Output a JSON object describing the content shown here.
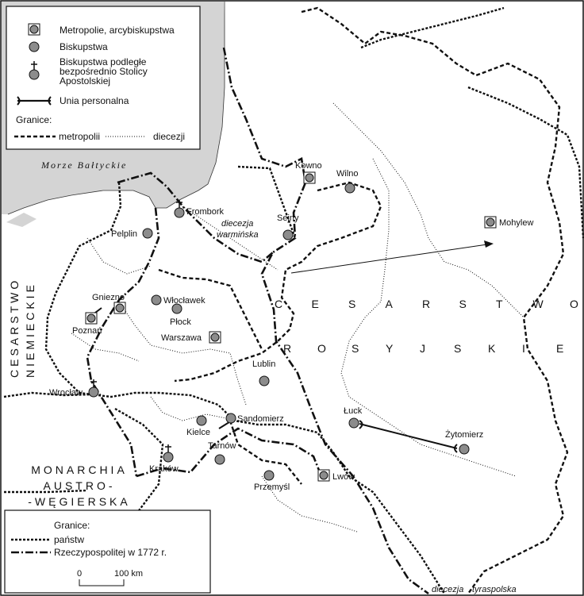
{
  "legend_top": {
    "metropolis": "Metropolie, arcybiskupstwa",
    "bishopric": "Biskupstwa",
    "exempt_l1": "Biskupstwa podległe",
    "exempt_l2": "bezpośrednio Stolicy",
    "exempt_l3": "Apostolskiej",
    "union": "Unia personalna",
    "borders_title": "Granice:",
    "metropolii": "metropolii",
    "diecezji": "diecezji"
  },
  "legend_bottom": {
    "title": "Granice:",
    "panstw": "państw",
    "rzeczpospolita": "Rzeczypospolitej w 1772 r.",
    "scale_zero": "0",
    "scale_km": "100 km"
  },
  "regions": {
    "sea": "Morze Bałtyckie",
    "german_l1": "CESARSTWO",
    "german_l2": "NIEMIECKIE",
    "austro_l1": "MONARCHIA",
    "austro_l2": "AUSTRO-",
    "austro_l3": "-WĘGIERSKA",
    "russia_l1": [
      "C",
      "E",
      "S",
      "A",
      "R",
      "S",
      "T",
      "W",
      "O"
    ],
    "russia_l2": [
      "R",
      "O",
      "S",
      "Y",
      "J",
      "S",
      "K",
      "I",
      "E"
    ],
    "warminska_l1": "diecezja",
    "warminska_l2": "warmińska",
    "tyraspol_l1": "diecezja",
    "tyraspol_l2": "tyraspolska"
  },
  "cities": {
    "kowno": "Kowno",
    "wilno": "Wilno",
    "mohylew": "Mohylew",
    "frombork": "Frombork",
    "sejny": "Sejny",
    "pelplin": "Pelplin",
    "gniezno": "Gniezno",
    "poznan": "Poznań",
    "wloclawek": "Włocławek",
    "plock": "Płock",
    "warszawa": "Warszawa",
    "lublin": "Lublin",
    "wroclaw": "Wrocław",
    "kielce": "Kielce",
    "sandomierz": "Sandomierz",
    "tarnow": "Tarnów",
    "krakow": "Kraków",
    "przemysl": "Przemyśl",
    "lwow": "Lwów",
    "luck": "Łuck",
    "zytomierz": "Żytomierz"
  },
  "colors": {
    "sea": "#d4d4d4",
    "symbol": "#8c8c8c",
    "ink": "#111111"
  }
}
